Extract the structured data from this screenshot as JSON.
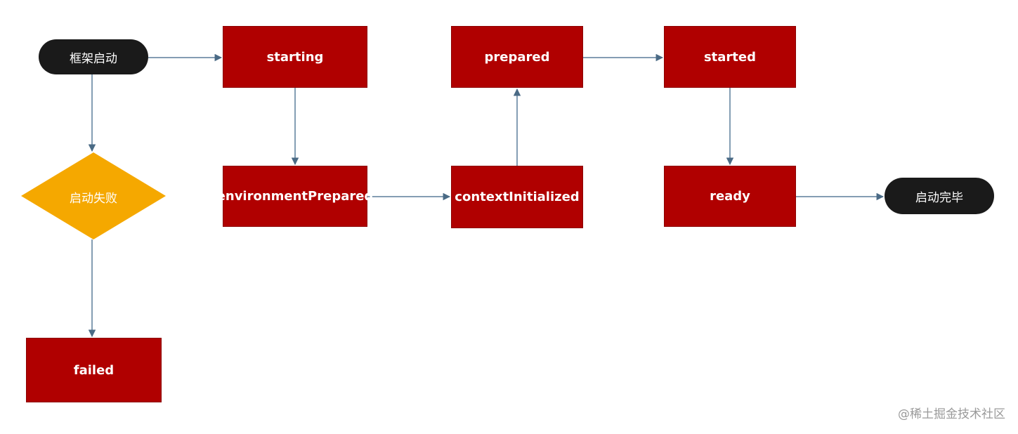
{
  "nodes": {
    "start": "框架启动",
    "starting": "starting",
    "environment_prepared": "environmentPrepared",
    "context_initialized": "contextInitialized",
    "prepared": "prepared",
    "started": "started",
    "ready": "ready",
    "end": "启动完毕",
    "decision": "启动失败",
    "failed": "failed"
  },
  "watermark": "@稀土掘金技术社区",
  "colors": {
    "state_fill": "#b00000",
    "terminal_fill": "#1a1a1a",
    "decision_fill": "#f5a800",
    "connector": "#5b7d9a"
  }
}
